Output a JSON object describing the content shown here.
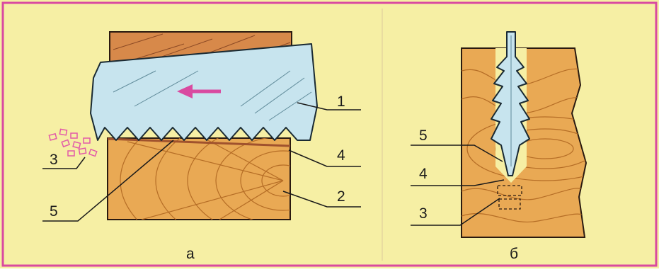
{
  "panel_a": {
    "caption": "а",
    "labels": {
      "blade": "1",
      "workpiece": "2",
      "chips": "3",
      "cut_bottom": "4",
      "tooth": "5"
    }
  },
  "panel_b": {
    "caption": "б",
    "labels": {
      "tooth": "5",
      "cut_bottom": "4",
      "chips": "3"
    }
  },
  "colors": {
    "background": "#f6efa4",
    "frame": "#d94aa0",
    "wood": "#e9a954",
    "wood_grain": "#b56d26",
    "blade": "#c7e4ee",
    "arrow": "#d94aa0",
    "chips": "#e25aa8"
  }
}
